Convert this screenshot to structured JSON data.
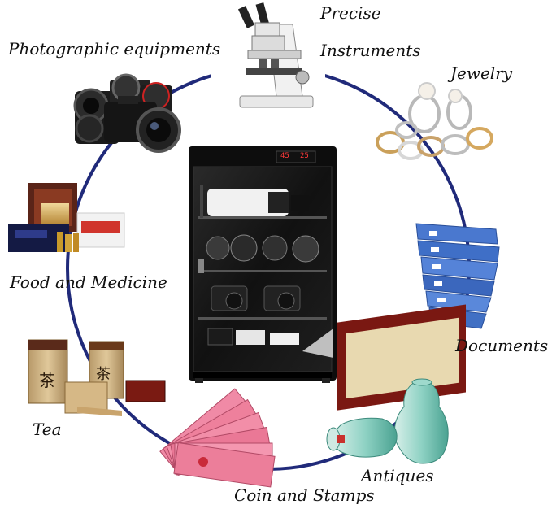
{
  "labels": {
    "photographic": "Photographic equipments",
    "precise": "Precise",
    "instruments": "Instruments",
    "jewelry": "Jewelry",
    "food_medicine": "Food and Medicine",
    "documents": "Documents",
    "tea": "Tea",
    "antiques": "Antiques",
    "coin_stamps": "Coin and Stamps"
  },
  "cabinet_display": [
    "45",
    "25"
  ],
  "tea_glyph": "茶",
  "colors": {
    "ring": "#202a7a",
    "cabinet": "#0d0d0d",
    "binders": "#3f6fc7",
    "banknotes": "#e86a8a",
    "vase": "#56b5a6",
    "display_red": "#ff3b3b"
  },
  "icons": [
    "microscope",
    "cameras",
    "rings",
    "gift-boxes",
    "binders",
    "tea-tins",
    "vases",
    "banknotes",
    "dry-cabinet"
  ]
}
